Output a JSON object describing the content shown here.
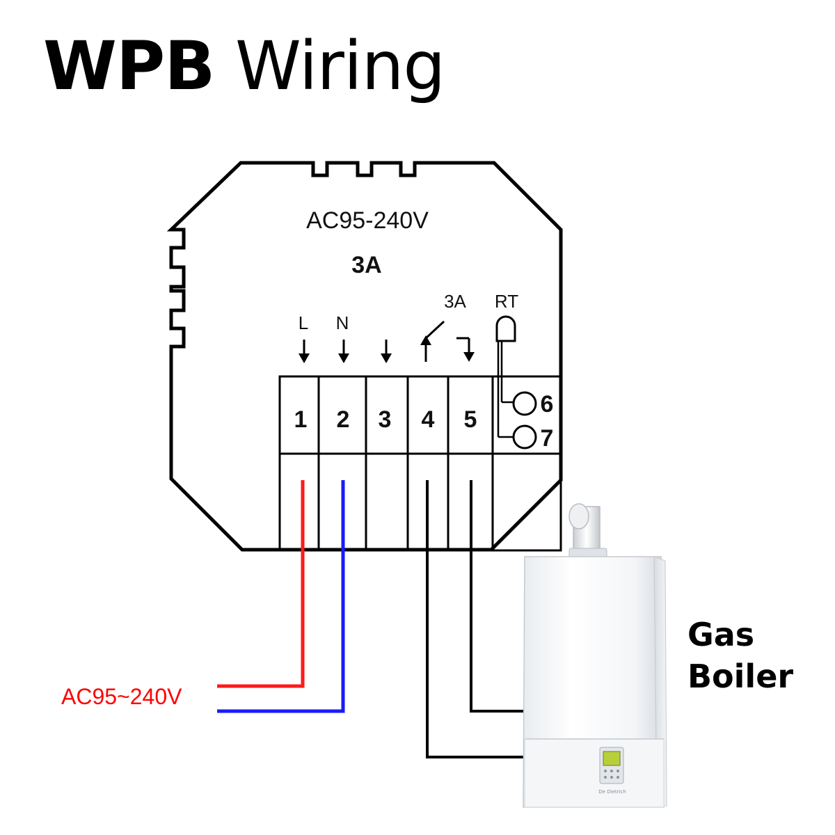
{
  "title": {
    "bold": "WPB",
    "light": "Wiring"
  },
  "thermostat": {
    "voltage_label": "AC95-240V",
    "current_label": "3A",
    "relay_rating_label": "3A",
    "sensor_label": "RT",
    "input_labels": [
      "L",
      "N"
    ],
    "terminals": [
      "1",
      "2",
      "3",
      "4",
      "5"
    ],
    "sensor_terminals": [
      "6",
      "7"
    ]
  },
  "supply": {
    "label": "AC95~240V"
  },
  "boiler": {
    "label_line1": "Gas",
    "label_line2": "Boiler",
    "brand_mark": "De Dietrich"
  },
  "colors": {
    "line_wire": "#ff1a1a",
    "neutral_wire": "#1a1aff",
    "outline": "#000000",
    "supply_label": "#ff0000"
  }
}
